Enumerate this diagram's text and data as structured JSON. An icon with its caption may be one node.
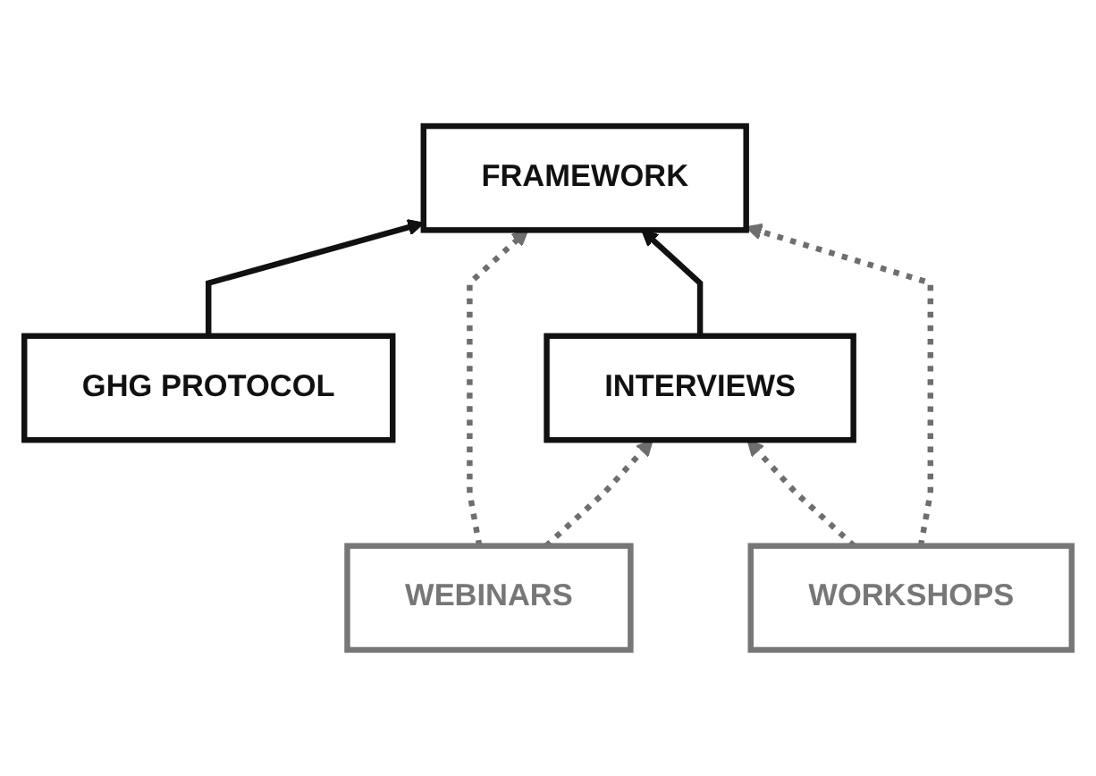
{
  "diagram": {
    "nodes": [
      {
        "text": [
          "GHG PROTOCOL"
        ]
      },
      {
        "text": [
          "FRAMEWORK"
        ]
      },
      {
        "text": [
          "INTERVIEWS"
        ]
      },
      {
        "text": [
          "WEBINARS"
        ]
      },
      {
        "text": [
          "WORKSHOPS"
        ]
      }
    ],
    "edges": [
      {
        "from": 0,
        "to": 1,
        "arrow": "to",
        "color": "#111111"
      },
      {
        "from": 2,
        "to": 1,
        "arrow": "to",
        "color": "#111111"
      },
      {
        "from": 3,
        "to": 1,
        "arrow": "to",
        "style": "dashed"
      },
      {
        "from": 3,
        "to": 2,
        "arrow": "to",
        "style": "dashed"
      },
      {
        "from": 4,
        "to": 2,
        "arrow": "to",
        "style": "dashed"
      },
      {
        "from": 4,
        "to": 1,
        "arrow": "to",
        "style": "dashed"
      }
    ]
  }
}
